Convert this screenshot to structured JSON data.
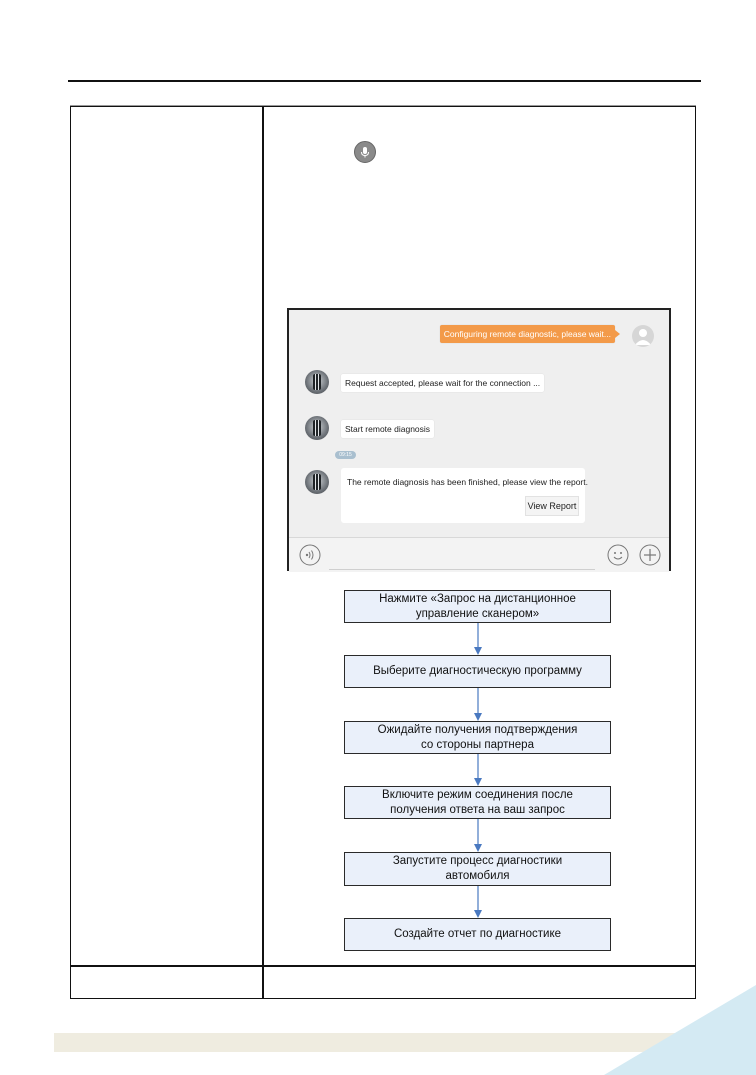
{
  "chat": {
    "msg_configuring": "Configuring remote diagnostic, please wait...",
    "msg_accepted": "Request accepted, please wait for the connection ...",
    "msg_start": "Start remote diagnosis",
    "time_badge": "09:15",
    "msg_finished": "The remote diagnosis has been finished, please view the report.",
    "view_report_label": "View Report",
    "colors": {
      "outgoing": "#f39a49",
      "background": "#efefef"
    }
  },
  "flowchart": {
    "steps": [
      [
        "Нажмите «Запрос на дистанционное",
        "управление сканером»"
      ],
      [
        "Выберите диагностическую программу"
      ],
      [
        "Ожидайте получения подтверждения",
        "со стороны партнера"
      ],
      [
        "Включите режим соединения после",
        "получения ответа на ваш запрос"
      ],
      [
        "Запустите процесс диагностики",
        "автомобиля"
      ],
      [
        "Создайте отчет по диагностике"
      ]
    ],
    "colors": {
      "box_fill": "#eaf0fa",
      "arrow": "#4a79c0"
    }
  },
  "page": {
    "footer_color": "#efece0",
    "corner_color": "#d4eaf3"
  }
}
